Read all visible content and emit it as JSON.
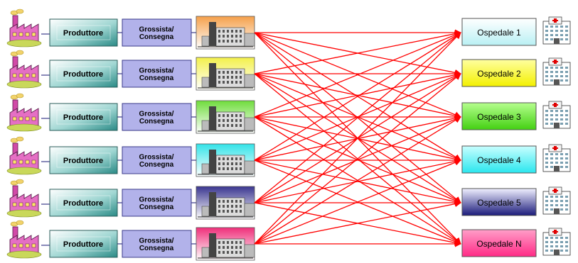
{
  "producers": [
    {
      "label": "Produttore",
      "wholesaler": "Grossista/\nConsegna",
      "warehouse_color": "#f5a04a"
    },
    {
      "label": "Produttore",
      "wholesaler": "Grossista/\nConsegna",
      "warehouse_color": "#f3f04a"
    },
    {
      "label": "Produttore",
      "wholesaler": "Grossista/\nConsegna",
      "warehouse_color": "#6fdc3c"
    },
    {
      "label": "Produttore",
      "wholesaler": "Grossista/\nConsegna",
      "warehouse_color": "#33e3e8"
    },
    {
      "label": "Produttore",
      "wholesaler": "Grossista/\nConsegna",
      "warehouse_color": "#3a3690"
    },
    {
      "label": "Produttore",
      "wholesaler": "Grossista/\nConsegna",
      "warehouse_color": "#ef2f7a"
    }
  ],
  "hospitals": [
    {
      "label": "Ospedale 1",
      "color_top": "#ffffff",
      "color_bottom": "#b9f0f4",
      "text_color": "#000000"
    },
    {
      "label": "Ospedale 2",
      "color_top": "#ffffa0",
      "color_bottom": "#f3f000",
      "text_color": "#000000"
    },
    {
      "label": "Ospedale 3",
      "color_top": "#b6ff8e",
      "color_bottom": "#43d012",
      "text_color": "#000000"
    },
    {
      "label": "Ospedale 4",
      "color_top": "#c9ffff",
      "color_bottom": "#2ae6ee",
      "text_color": "#000000"
    },
    {
      "label": "Ospedale 5",
      "color_top": "#f0f0ff",
      "color_bottom": "#1a1a7a",
      "text_color": "#000000"
    },
    {
      "label": "Ospedale N",
      "color_top": "#ff9ec8",
      "color_bottom": "#ff2a86",
      "text_color": "#000000"
    }
  ],
  "colors": {
    "arrow": "#ff0000",
    "producer_box_top": "#ffffff",
    "producer_box_bottom": "#2a8a86",
    "wholesaler_box": "#b2b2ea",
    "connector": "#3b3b8a"
  }
}
